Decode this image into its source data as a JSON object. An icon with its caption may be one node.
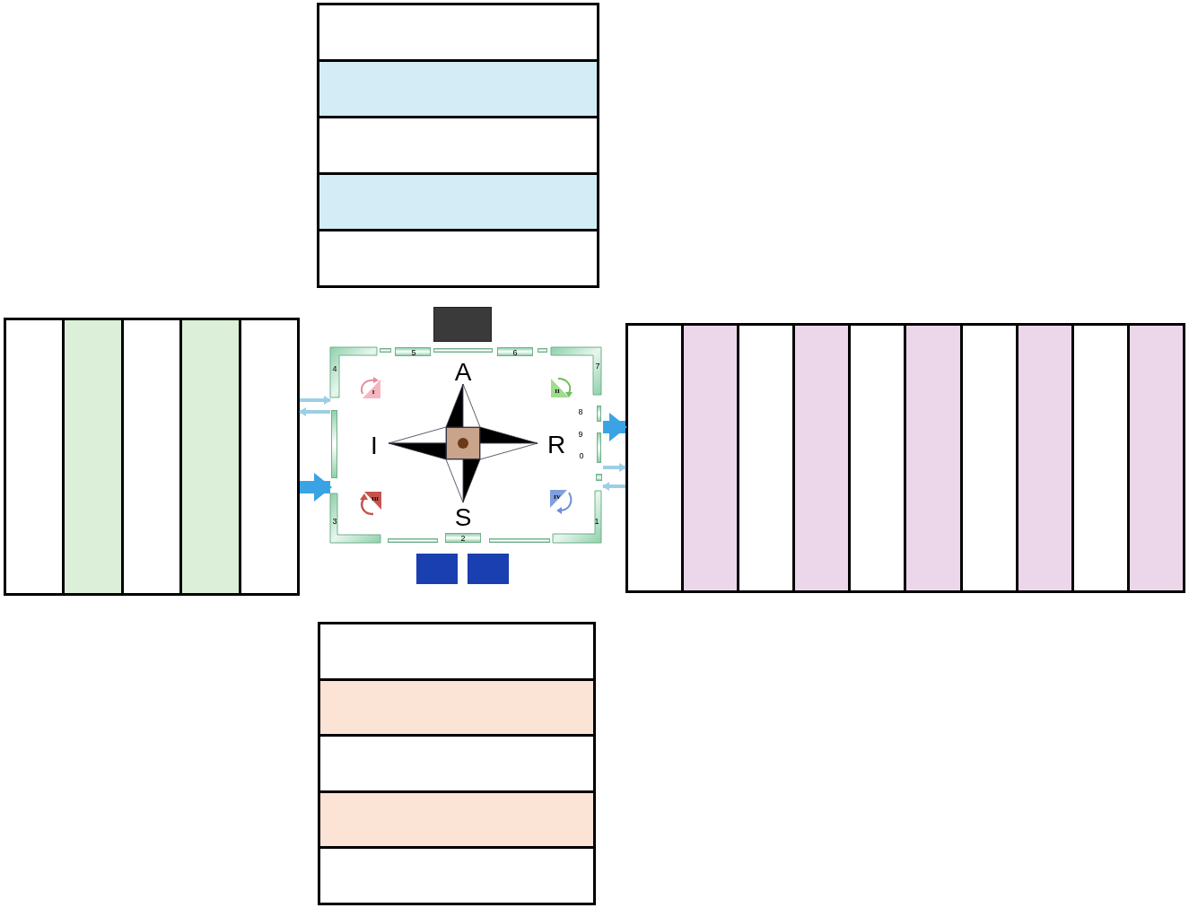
{
  "diagram": {
    "nodes": [
      {
        "text": [],
        "shape": "box"
      },
      {
        "text": [],
        "shape": "box"
      },
      {
        "text": [],
        "shape": "box"
      },
      {
        "text": [],
        "shape": "box"
      },
      {
        "text": [],
        "shape": "box"
      }
    ],
    "edges": [
      {
        "from": 1,
        "to": 2,
        "arrow": "to",
        "style": "thick",
        "color": "#3aa3e3"
      },
      {
        "from": 2,
        "to": 3,
        "arrow": "to",
        "style": "thick",
        "color": "#3aa3e3"
      },
      {
        "from": 1,
        "to": 2,
        "arrow": "to"
      },
      {
        "from": 2,
        "to": 1,
        "arrow": "to"
      },
      {
        "from": 2,
        "to": 3,
        "arrow": "to"
      },
      {
        "from": 3,
        "to": 2,
        "arrow": "to"
      }
    ],
    "labels": [
      "5",
      "6",
      "4",
      "7",
      "A",
      "I",
      "II",
      "8",
      "I",
      "R",
      "9",
      "0",
      "III",
      "IV",
      "S",
      "3",
      "1",
      "2"
    ]
  }
}
